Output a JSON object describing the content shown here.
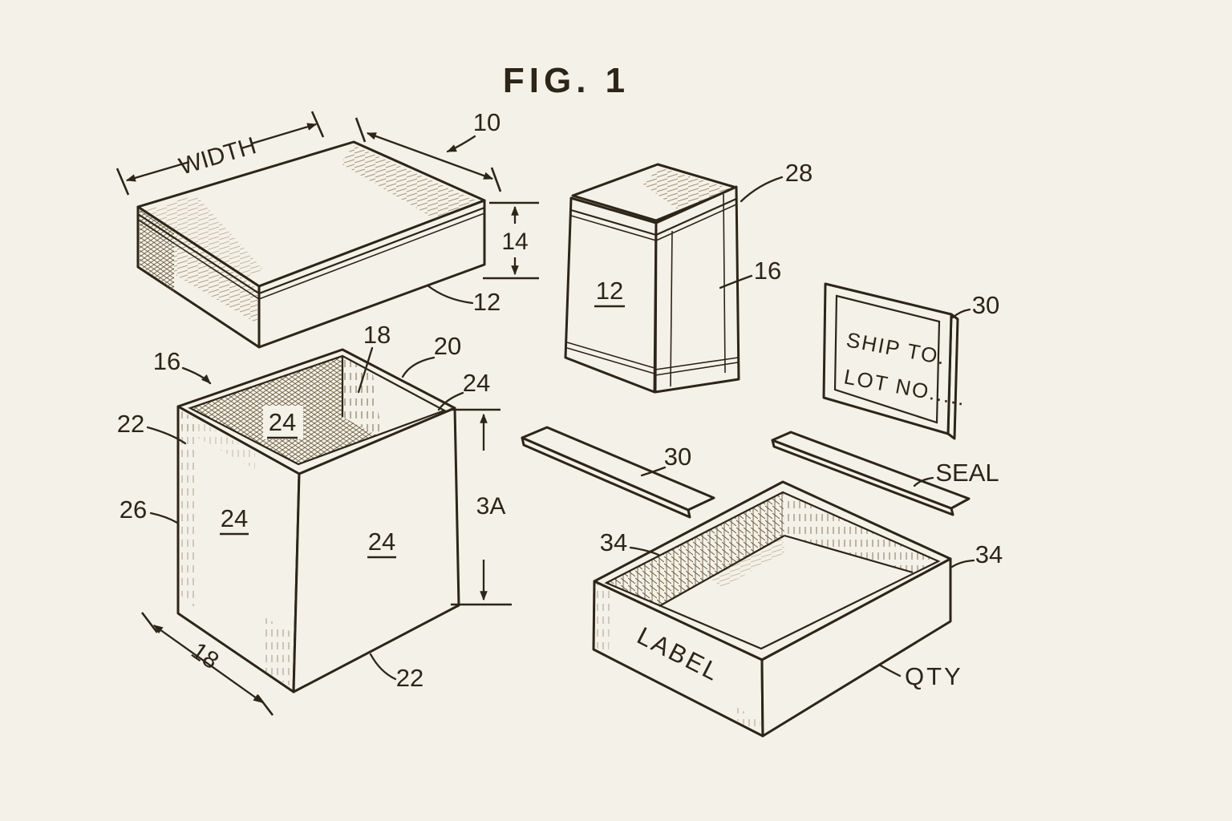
{
  "figure": {
    "title": "FIG. 1"
  },
  "palette": {
    "paper": "#f4f1e8",
    "ink": "#2c2518",
    "hatch": "#6a5a3e"
  },
  "lid": {
    "width_label": "WIDTH",
    "ref_assembly": "10",
    "dim_height": "14",
    "ref_lid": "12"
  },
  "carton": {
    "ref_carton": "28",
    "ref_side_panel": "16",
    "ref_front_panel": "12"
  },
  "sign": {
    "ref": "30",
    "line1": "SHIP TO.",
    "line2": "LOT NO....."
  },
  "strip": {
    "ref": "30"
  },
  "seal": {
    "label": "SEAL"
  },
  "box": {
    "ref_rim": "16",
    "ref_interior": "18",
    "ref_rim_right": "20",
    "ref_rim_corner": "24",
    "ref_wall_left": "22",
    "ref_corner_edge": "26",
    "ref_inner_panel": "24",
    "ref_front_panel": "24",
    "ref_side_panel": "24",
    "ref_bottom_edge": "22",
    "dim_height": "3A",
    "dim_depth": "18"
  },
  "tray": {
    "ref_left": "34",
    "ref_right": "34",
    "front_label": "LABEL",
    "qty_label": "QTY"
  }
}
